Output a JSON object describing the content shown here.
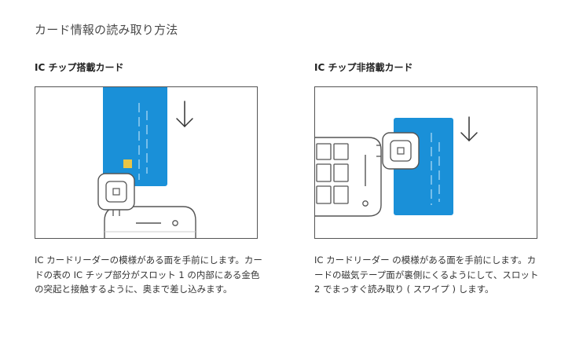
{
  "page": {
    "title": "カード情報の読み取り方法"
  },
  "sections": [
    {
      "title": "IC チップ搭載カード",
      "description": "IC カードリーダーの模様がある面を手前にします。カードの表の IC チップ部分がスロット 1 の内部にある金色の突起と接触するように、奥まで差し込みます。"
    },
    {
      "title": "IC チップ非搭載カード",
      "description": "IC カードリーダー の模様がある面を手前にします。カードの磁気テープ面が裏側にくるようにして、スロット 2 でまっすぐ読み取り ( スワイプ ) します。"
    }
  ],
  "colors": {
    "card_blue": "#1a90d8",
    "chip_gold": "#e8c547",
    "line_gray": "#555555"
  },
  "icons": {
    "arrow": "down-arrow-icon",
    "reader": "square-reader-icon"
  }
}
